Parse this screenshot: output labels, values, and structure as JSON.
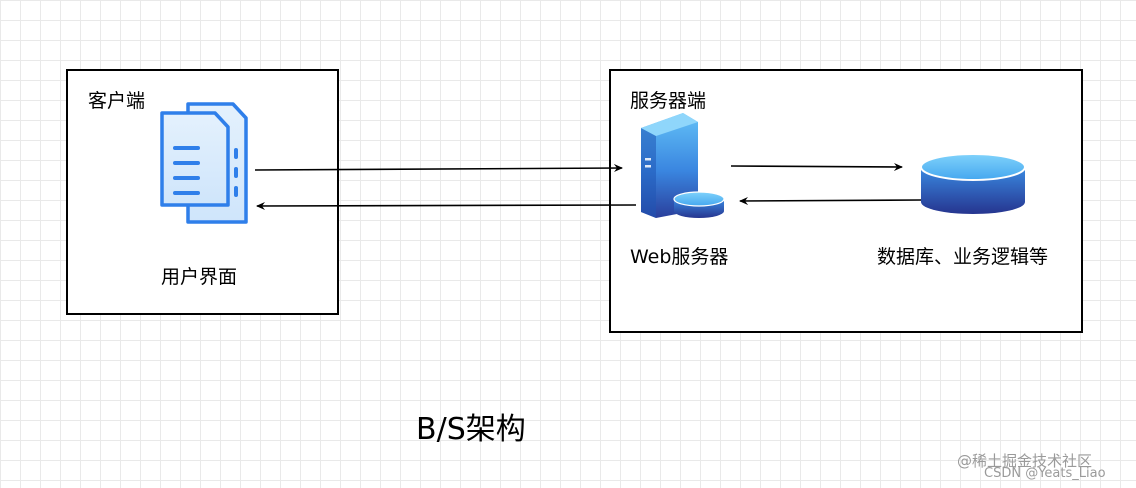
{
  "client": {
    "title": "客户端",
    "label": "用户界面"
  },
  "server": {
    "title": "服务器端",
    "web_label": "Web服务器",
    "db_label": "数据库、业务逻辑等"
  },
  "caption": "B/S架构",
  "watermark": {
    "line1": "@稀土掘金技术社区",
    "line2": "CSDN @Yeats_Liao"
  },
  "colors": {
    "doc_icon": "#2f7fea",
    "server_top": "#5ab8f5",
    "server_bottom": "#2a3f9c"
  }
}
